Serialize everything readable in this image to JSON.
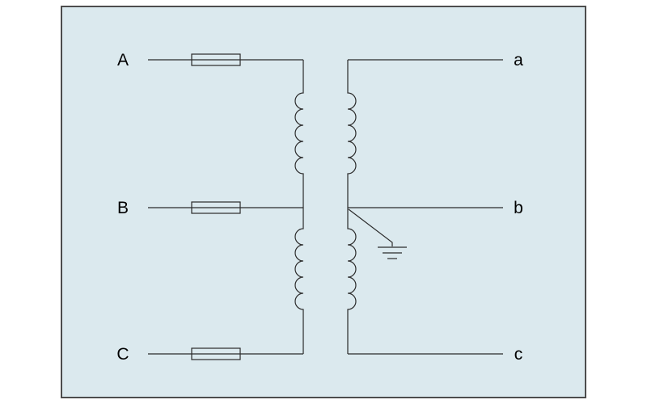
{
  "terminals": {
    "left": [
      "A",
      "B",
      "C"
    ],
    "right": [
      "a",
      "b",
      "c"
    ]
  },
  "components": {
    "fuse_count": 3,
    "windings": [
      "primary-upper",
      "primary-lower",
      "secondary-upper",
      "secondary-lower"
    ],
    "ground": "earth-ground"
  },
  "colors": {
    "page_background": "#ffffff",
    "panel_fill": "#dbe9ee",
    "panel_border": "#4d4d4d",
    "line": "#2b2b2b",
    "text": "#000000"
  }
}
